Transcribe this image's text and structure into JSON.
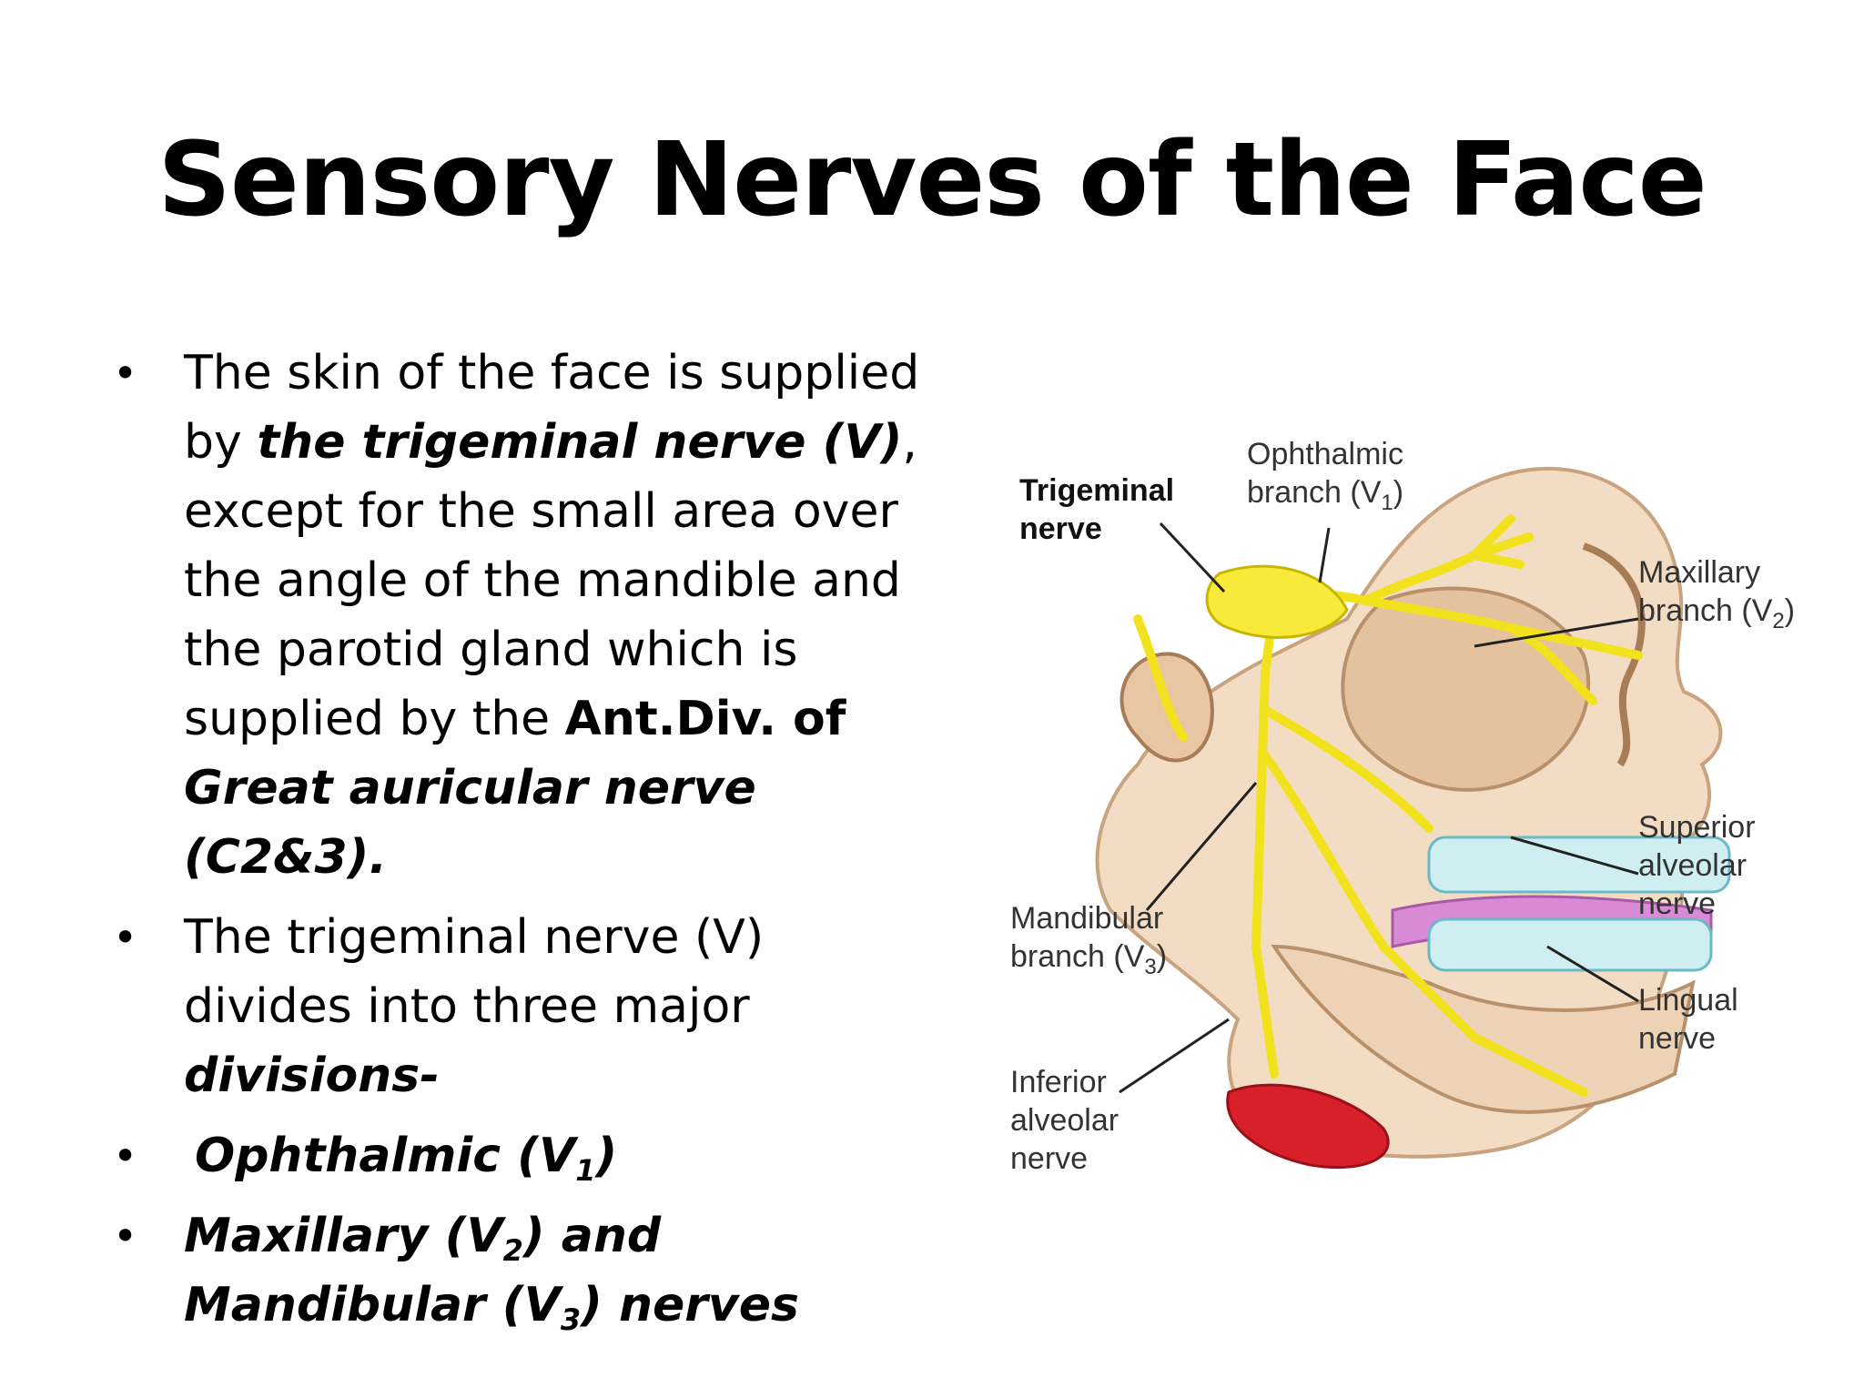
{
  "title": "Sensory Nerves of the Face",
  "bullets": [
    {
      "p1": "The skin of the face is supplied by ",
      "p2": "the trigeminal nerve (V)",
      "p3": ", except for the small area over the angle of the mandible and the parotid gland which is supplied by the ",
      "p4": "Ant.Div. of ",
      "p5": "Great auricular nerve (C2&3)."
    },
    {
      "p1": "The trigeminal nerve (V) divides into three major ",
      "p2": "divisions-"
    },
    {
      "p1": "Ophthalmic (V",
      "sub": "1",
      "p2": ")"
    },
    {
      "p1": "Maxillary (V",
      "sub1": "2",
      "p2": ") and Mandibular (V",
      "sub2": "3",
      "p3": ") nerves"
    }
  ],
  "figure": {
    "labels": {
      "trigeminal": [
        "Trigeminal",
        "nerve"
      ],
      "ophthalmic": [
        "Ophthalmic",
        "branch (V",
        "1",
        ")"
      ],
      "maxillary": [
        "Maxillary",
        "branch (V",
        "2",
        ")"
      ],
      "superior": [
        "Superior",
        "alveolar",
        "nerve"
      ],
      "lingual": [
        "Lingual",
        "nerve"
      ],
      "mandibular": [
        "Mandibular",
        "branch (V",
        "3",
        ")"
      ],
      "inferior": [
        "Inferior",
        "alveolar",
        "nerve"
      ]
    },
    "colors": {
      "nerve": "#f2e21e",
      "skin": "#f1d4b8",
      "skull": "#e8c9a5",
      "teeth": "#cfeef2",
      "gum": "#d98ad6",
      "muscle": "#d8202a"
    }
  }
}
